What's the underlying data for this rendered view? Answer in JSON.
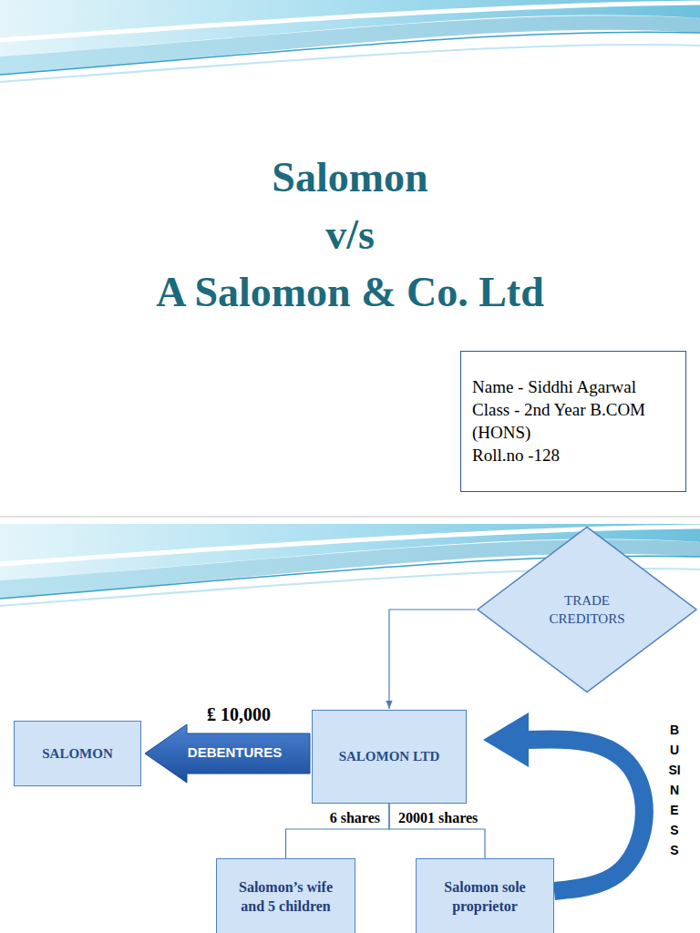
{
  "diagram": {
    "title": "Salomon v/s A Salomon & Co. Ltd",
    "nodes": [
      {
        "text": [
          "Name - Siddhi Agarwal",
          "Class - 2nd Year B.COM (HONS)",
          "Roll.no -128"
        ]
      },
      {
        "text": [
          "TRADE CREDITORS"
        ]
      },
      {
        "text": [
          "SALOMON"
        ]
      },
      {
        "text": [
          "SALOMON LTD"
        ]
      },
      {
        "text": [
          "Salomon’s wife and 5 children"
        ]
      },
      {
        "text": [
          "Salomon sole proprietor"
        ]
      }
    ],
    "edges": [
      {
        "from": 1,
        "to": 3,
        "arrow": "to"
      },
      {
        "from": 3,
        "to": 2,
        "label": "DEBENTURES",
        "arrow": "to"
      },
      {
        "from": 3,
        "to": 4,
        "label": "6 shares",
        "arrow": "none"
      },
      {
        "from": 3,
        "to": 5,
        "label": "20001 shares",
        "arrow": "none"
      },
      {
        "from": 5,
        "to": 3,
        "label": "BUSINESS",
        "arrow": "to"
      }
    ],
    "labels": [
      "₤ 10,000"
    ]
  }
}
